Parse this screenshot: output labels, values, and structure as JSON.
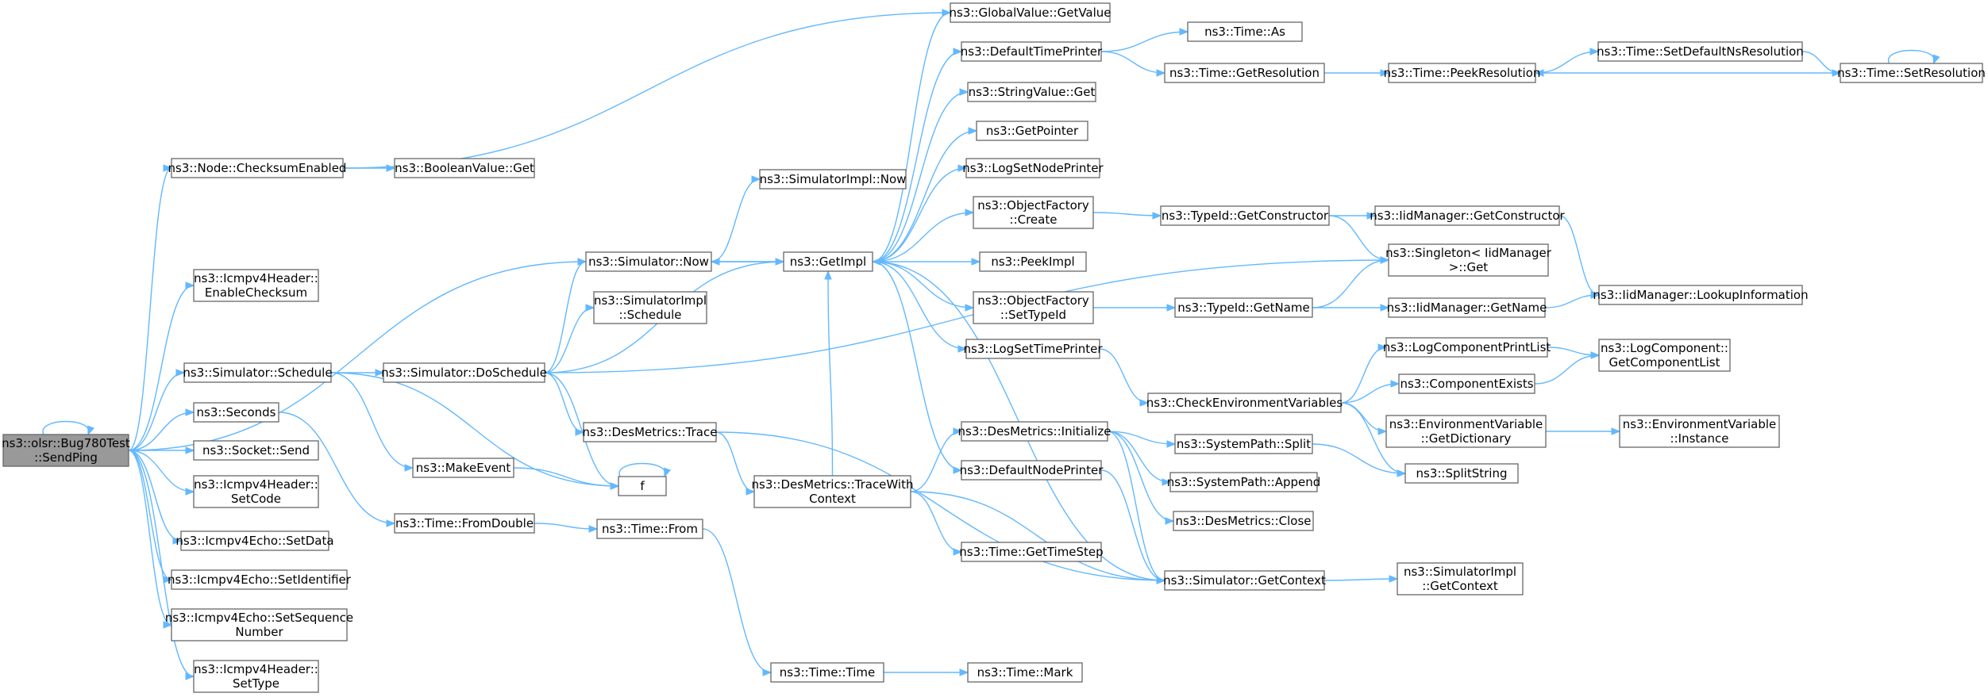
{
  "colors": {
    "edge": "#63b8ff",
    "node_border": "#666666",
    "root_fill": "#999999"
  },
  "nodes": {
    "root": [
      "ns3::olsr::Bug780Test",
      "::SendPing"
    ],
    "checksumEnabled": [
      "ns3::Node::ChecksumEnabled"
    ],
    "enableChecksum": [
      "ns3::Icmpv4Header::",
      "EnableChecksum"
    ],
    "simNow": [
      "ns3::Simulator::Now"
    ],
    "simSchedule": [
      "ns3::Simulator::Schedule"
    ],
    "seconds": [
      "ns3::Seconds"
    ],
    "socketSend": [
      "ns3::Socket::Send"
    ],
    "setCode": [
      "ns3::Icmpv4Header::",
      "SetCode"
    ],
    "setData": [
      "ns3::Icmpv4Echo::SetData"
    ],
    "setIdentifier": [
      "ns3::Icmpv4Echo::SetIdentifier"
    ],
    "setSequence": [
      "ns3::Icmpv4Echo::SetSequence",
      "Number"
    ],
    "setType": [
      "ns3::Icmpv4Header::",
      "SetType"
    ],
    "booleanGet": [
      "ns3::BooleanValue::Get"
    ],
    "globalGetValue": [
      "ns3::GlobalValue::GetValue"
    ],
    "implNow": [
      "ns3::SimulatorImpl::Now"
    ],
    "doSchedule": [
      "ns3::Simulator::DoSchedule"
    ],
    "implSchedule": [
      "ns3::SimulatorImpl",
      "::Schedule"
    ],
    "makeEvent": [
      "ns3::MakeEvent"
    ],
    "f": [
      "f"
    ],
    "fromDouble": [
      "ns3::Time::FromDouble"
    ],
    "timeFrom": [
      "ns3::Time::From"
    ],
    "getImpl": [
      "ns3::GetImpl"
    ],
    "desTrace": [
      "ns3::DesMetrics::Trace"
    ],
    "traceWithContext": [
      "ns3::DesMetrics::TraceWith",
      "Context"
    ],
    "timeTime": [
      "ns3::Time::Time"
    ],
    "timeMark": [
      "ns3::Time::Mark"
    ],
    "defaultTimePrinter": [
      "ns3::DefaultTimePrinter"
    ],
    "stringValueGet": [
      "ns3::StringValue::Get"
    ],
    "getPointer": [
      "ns3::GetPointer"
    ],
    "logSetNodePrinter": [
      "ns3::LogSetNodePrinter"
    ],
    "objectFactoryCreate": [
      "ns3::ObjectFactory",
      "::Create"
    ],
    "peekImpl": [
      "ns3::PeekImpl"
    ],
    "objectFactorySetTypeId": [
      "ns3::ObjectFactory",
      "::SetTypeId"
    ],
    "logSetTimePrinter": [
      "ns3::LogSetTimePrinter"
    ],
    "desInitialize": [
      "ns3::DesMetrics::Initialize"
    ],
    "defaultNodePrinter": [
      "ns3::DefaultNodePrinter"
    ],
    "getTimeStep": [
      "ns3::Time::GetTimeStep"
    ],
    "getContext": [
      "ns3::Simulator::GetContext"
    ],
    "implGetContext": [
      "ns3::SimulatorImpl",
      "::GetContext"
    ],
    "timeAs": [
      "ns3::Time::As"
    ],
    "getResolution": [
      "ns3::Time::GetResolution"
    ],
    "peekResolution": [
      "ns3::Time::PeekResolution"
    ],
    "setDefaultNsResolution": [
      "ns3::Time::SetDefaultNsResolution"
    ],
    "setResolution": [
      "ns3::Time::SetResolution"
    ],
    "typeIdGetConstructor": [
      "ns3::TypeId::GetConstructor"
    ],
    "iidGetConstructor": [
      "ns3::IidManager::GetConstructor"
    ],
    "singletonGet": [
      "ns3::Singleton< IidManager",
      ">::Get"
    ],
    "typeIdGetName": [
      "ns3::TypeId::GetName"
    ],
    "iidGetName": [
      "ns3::IidManager::GetName"
    ],
    "lookupInformation": [
      "ns3::IidManager::LookupInformation"
    ],
    "checkEnv": [
      "ns3::CheckEnvironmentVariables"
    ],
    "logComponentPrintList": [
      "ns3::LogComponentPrintList"
    ],
    "componentExists": [
      "ns3::ComponentExists"
    ],
    "getComponentList": [
      "ns3::LogComponent::",
      "GetComponentList"
    ],
    "envGetDictionary": [
      "ns3::EnvironmentVariable",
      "::GetDictionary"
    ],
    "envInstance": [
      "ns3::EnvironmentVariable",
      "::Instance"
    ],
    "systemPathSplit": [
      "ns3::SystemPath::Split"
    ],
    "systemPathAppend": [
      "ns3::SystemPath::Append"
    ],
    "desClose": [
      "ns3::DesMetrics::Close"
    ],
    "splitString": [
      "ns3::SplitString"
    ]
  },
  "edges": [
    [
      "root",
      "root"
    ],
    [
      "root",
      "checksumEnabled"
    ],
    [
      "root",
      "enableChecksum"
    ],
    [
      "root",
      "simNow"
    ],
    [
      "root",
      "simSchedule"
    ],
    [
      "root",
      "seconds"
    ],
    [
      "root",
      "socketSend"
    ],
    [
      "root",
      "setCode"
    ],
    [
      "root",
      "setData"
    ],
    [
      "root",
      "setIdentifier"
    ],
    [
      "root",
      "setSequence"
    ],
    [
      "root",
      "setType"
    ],
    [
      "checksumEnabled",
      "booleanGet"
    ],
    [
      "checksumEnabled",
      "globalGetValue"
    ],
    [
      "simNow",
      "implNow"
    ],
    [
      "simNow",
      "getImpl"
    ],
    [
      "simSchedule",
      "doSchedule"
    ],
    [
      "simSchedule",
      "makeEvent"
    ],
    [
      "simSchedule",
      "f"
    ],
    [
      "seconds",
      "fromDouble"
    ],
    [
      "doSchedule",
      "simNow"
    ],
    [
      "doSchedule",
      "implSchedule"
    ],
    [
      "doSchedule",
      "getImpl"
    ],
    [
      "doSchedule",
      "desTrace"
    ],
    [
      "doSchedule",
      "singletonGet"
    ],
    [
      "doSchedule",
      "f"
    ],
    [
      "makeEvent",
      "f"
    ],
    [
      "f",
      "f"
    ],
    [
      "fromDouble",
      "timeFrom"
    ],
    [
      "timeFrom",
      "timeTime"
    ],
    [
      "timeTime",
      "timeMark"
    ],
    [
      "desTrace",
      "traceWithContext"
    ],
    [
      "desTrace",
      "getContext"
    ],
    [
      "traceWithContext",
      "desInitialize"
    ],
    [
      "traceWithContext",
      "getTimeStep"
    ],
    [
      "traceWithContext",
      "getContext"
    ],
    [
      "traceWithContext",
      "getImpl"
    ],
    [
      "getImpl",
      "globalGetValue"
    ],
    [
      "getImpl",
      "defaultTimePrinter"
    ],
    [
      "getImpl",
      "stringValueGet"
    ],
    [
      "getImpl",
      "getPointer"
    ],
    [
      "getImpl",
      "logSetNodePrinter"
    ],
    [
      "getImpl",
      "objectFactoryCreate"
    ],
    [
      "getImpl",
      "peekImpl"
    ],
    [
      "getImpl",
      "objectFactorySetTypeId"
    ],
    [
      "getImpl",
      "logSetTimePrinter"
    ],
    [
      "getImpl",
      "simNow"
    ],
    [
      "getImpl",
      "defaultNodePrinter"
    ],
    [
      "defaultTimePrinter",
      "timeAs"
    ],
    [
      "defaultTimePrinter",
      "getResolution"
    ],
    [
      "getResolution",
      "peekResolution"
    ],
    [
      "peekResolution",
      "setDefaultNsResolution"
    ],
    [
      "setDefaultNsResolution",
      "setResolution"
    ],
    [
      "setResolution",
      "peekResolution"
    ],
    [
      "setResolution",
      "setResolution"
    ],
    [
      "objectFactoryCreate",
      "typeIdGetConstructor"
    ],
    [
      "typeIdGetConstructor",
      "iidGetConstructor"
    ],
    [
      "typeIdGetConstructor",
      "singletonGet"
    ],
    [
      "iidGetConstructor",
      "lookupInformation"
    ],
    [
      "objectFactorySetTypeId",
      "typeIdGetName"
    ],
    [
      "typeIdGetName",
      "singletonGet"
    ],
    [
      "typeIdGetName",
      "iidGetName"
    ],
    [
      "iidGetName",
      "lookupInformation"
    ],
    [
      "logSetTimePrinter",
      "checkEnv"
    ],
    [
      "checkEnv",
      "logComponentPrintList"
    ],
    [
      "checkEnv",
      "componentExists"
    ],
    [
      "checkEnv",
      "envGetDictionary"
    ],
    [
      "checkEnv",
      "splitString"
    ],
    [
      "logComponentPrintList",
      "getComponentList"
    ],
    [
      "componentExists",
      "getComponentList"
    ],
    [
      "envGetDictionary",
      "envInstance"
    ],
    [
      "desInitialize",
      "systemPathSplit"
    ],
    [
      "desInitialize",
      "systemPathAppend"
    ],
    [
      "desInitialize",
      "desClose"
    ],
    [
      "desInitialize",
      "getContext"
    ],
    [
      "systemPathSplit",
      "splitString"
    ],
    [
      "defaultNodePrinter",
      "getContext"
    ],
    [
      "getContext",
      "implGetContext"
    ],
    [
      "getContext",
      "getImpl"
    ]
  ]
}
